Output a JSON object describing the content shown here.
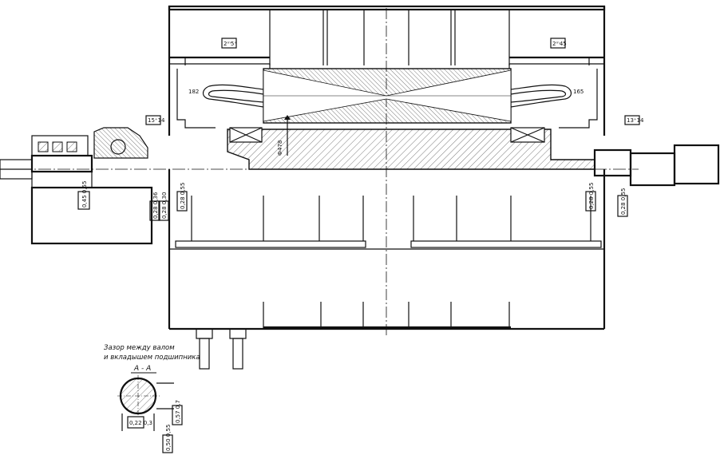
{
  "dimensions": {
    "d182": "182",
    "d165": "165",
    "d_shaft": "Ф478",
    "tag_top_left": "2ᵐ5⁺",
    "tag_top_right": "2ᵐ45",
    "tag_left_ring": "15⁺14",
    "tag_right_ring": "13⁺14",
    "tag_bearing": "0,45 0,55",
    "tag_left_a": "0,28 0,36",
    "tag_left_b": "0,28 0,30",
    "tag_mid_left": "0,28 0,55",
    "tag_mid_right": "0,28 0,55",
    "tag_right_end": "0,28 0,55",
    "tag_a": "0,22 0,3",
    "tag_b": "0,57 0,7",
    "tag_c": "0,50 0,55"
  },
  "notes": {
    "gap_line1": "Зазор между валом",
    "gap_line2": "и вкладышем подшипника",
    "section": "А - А"
  }
}
